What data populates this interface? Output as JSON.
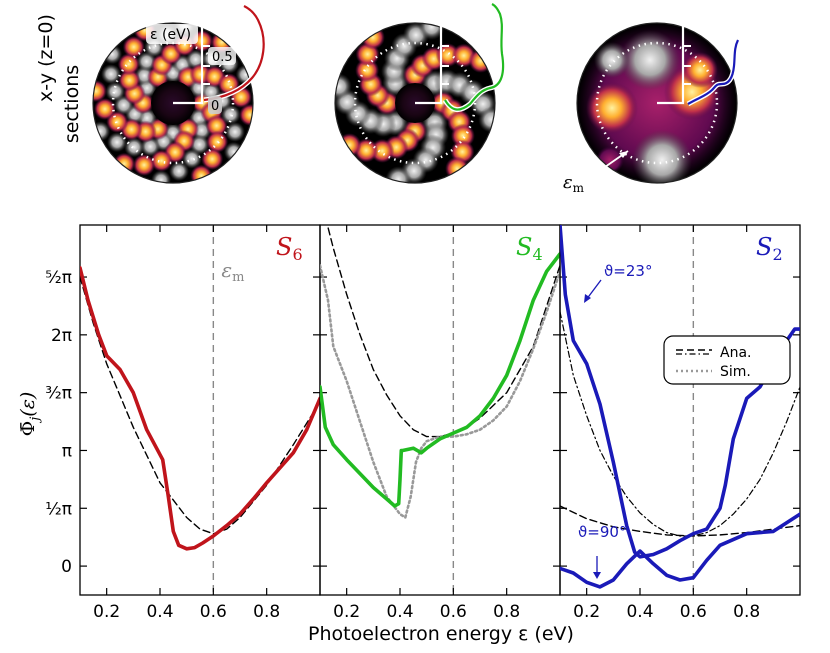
{
  "top_row": {
    "side_label_line1": "x-y (z=0)",
    "side_label_line2": "sections",
    "inset_axis_label": "ε (eV)",
    "inset_tick_labels": [
      "0.5",
      "0"
    ],
    "em_label": "ε",
    "em_sub": "m"
  },
  "chart_data": {
    "type": "line",
    "xlabel": "Photoelectron energy ε (eV)",
    "ylabel": "Φ̄",
    "ylabel_sub": "j",
    "ylabel_arg": "(ε)",
    "xlim": [
      0.1,
      1.0
    ],
    "ylim": [
      -0.25,
      2.95
    ],
    "xticks": [
      0.2,
      0.4,
      0.6,
      0.8
    ],
    "xtick_labels": [
      "0.2",
      "0.4",
      "0.6",
      "0.8"
    ],
    "yticks": [
      0,
      0.5,
      1.0,
      1.5,
      2.0,
      2.5
    ],
    "ytick_labels": [
      "0",
      "½π",
      "π",
      "³⁄₂π",
      "2π",
      "⁵⁄₂π"
    ],
    "y_unit": "π",
    "em_line_x": 0.6,
    "em_label": "ε",
    "em_sub": "m",
    "colors": {
      "S6": "#c0141b",
      "S4": "#22bb22",
      "S2": "#1a1ab8",
      "analytic": "#000000",
      "simulation": "#999999",
      "em_line": "#888888"
    },
    "panels": [
      {
        "label": "S",
        "label_sub": "6",
        "color": "#c0141b",
        "series": [
          {
            "x": [
              0.1,
              0.13,
              0.17,
              0.2,
              0.25,
              0.3,
              0.35,
              0.38,
              0.41,
              0.43,
              0.45,
              0.47,
              0.5,
              0.53,
              0.56,
              0.6,
              0.65,
              0.7,
              0.75,
              0.8,
              0.85,
              0.9,
              0.95,
              1.0
            ],
            "y": [
              2.58,
              2.3,
              2.0,
              1.82,
              1.7,
              1.5,
              1.18,
              1.05,
              0.92,
              0.62,
              0.3,
              0.18,
              0.15,
              0.16,
              0.2,
              0.26,
              0.35,
              0.45,
              0.58,
              0.72,
              0.85,
              0.98,
              1.18,
              1.45
            ]
          },
          {
            "x": [
              0.1,
              0.15,
              0.2,
              0.3,
              0.4,
              0.5,
              0.55,
              0.6,
              0.65,
              0.7,
              0.8,
              0.9,
              1.0
            ],
            "y": [
              2.5,
              2.1,
              1.75,
              1.2,
              0.72,
              0.42,
              0.32,
              0.28,
              0.32,
              0.42,
              0.7,
              1.05,
              1.42
            ]
          }
        ]
      },
      {
        "label": "S",
        "label_sub": "4",
        "color": "#22bb22",
        "series": [
          {
            "x": [
              0.1,
              0.12,
              0.15,
              0.2,
              0.25,
              0.3,
              0.35,
              0.38,
              0.395,
              0.4,
              0.405,
              0.41,
              0.45,
              0.48,
              0.5,
              0.55,
              0.6,
              0.65,
              0.7,
              0.75,
              0.8,
              0.85,
              0.9,
              0.95,
              1.0
            ],
            "y": [
              1.55,
              1.2,
              1.05,
              0.92,
              0.8,
              0.68,
              0.58,
              0.52,
              0.54,
              0.75,
              1.0,
              1.0,
              1.02,
              0.98,
              1.02,
              1.1,
              1.15,
              1.2,
              1.3,
              1.45,
              1.65,
              1.95,
              2.3,
              2.55,
              2.7
            ]
          },
          {
            "x": [
              0.1,
              0.15,
              0.2,
              0.25,
              0.3,
              0.35,
              0.4,
              0.45,
              0.5,
              0.55,
              0.6,
              0.65,
              0.7,
              0.8,
              0.9,
              0.95,
              1.0
            ],
            "y": [
              3.2,
              2.75,
              2.35,
              2.0,
              1.7,
              1.48,
              1.3,
              1.18,
              1.12,
              1.12,
              1.15,
              1.2,
              1.28,
              1.5,
              1.9,
              2.25,
              2.6
            ]
          },
          {
            "x": [
              0.1,
              0.13,
              0.15,
              0.2,
              0.25,
              0.3,
              0.35,
              0.4,
              0.42,
              0.44,
              0.46,
              0.48,
              0.5,
              0.55,
              0.6,
              0.65,
              0.7,
              0.75,
              0.8,
              0.85,
              0.9,
              0.95,
              1.0
            ],
            "y": [
              2.6,
              2.3,
              1.9,
              1.6,
              1.25,
              0.9,
              0.6,
              0.45,
              0.42,
              0.6,
              0.9,
              1.02,
              1.08,
              1.12,
              1.12,
              1.14,
              1.18,
              1.26,
              1.38,
              1.6,
              1.88,
              2.2,
              2.55
            ]
          }
        ]
      },
      {
        "label": "S",
        "label_sub": "2",
        "color": "#1a1ab8",
        "legend": {
          "entries": [
            "Ana.",
            "Sim."
          ]
        },
        "annotations": [
          "ϑ=23°",
          "ϑ=90°"
        ],
        "series": [
          {
            "x": [
              0.1,
              0.12,
              0.15,
              0.2,
              0.25,
              0.3,
              0.35,
              0.38,
              0.4,
              0.45,
              0.5,
              0.55,
              0.6,
              0.65,
              0.7,
              0.72,
              0.75,
              0.8,
              0.85,
              0.9,
              0.95,
              0.98,
              1.0
            ],
            "y": [
              2.95,
              2.35,
              1.95,
              1.75,
              1.4,
              0.9,
              0.35,
              0.12,
              0.08,
              0.1,
              0.15,
              0.22,
              0.28,
              0.32,
              0.5,
              0.7,
              1.1,
              1.45,
              1.55,
              1.75,
              1.95,
              2.05,
              2.05
            ]
          },
          {
            "x": [
              0.1,
              0.15,
              0.2,
              0.25,
              0.3,
              0.35,
              0.4,
              0.45,
              0.5,
              0.55,
              0.6,
              0.65,
              0.7,
              0.8,
              0.9,
              1.0
            ],
            "y": [
              -0.02,
              -0.06,
              -0.14,
              -0.18,
              -0.12,
              0.02,
              0.13,
              0.02,
              -0.08,
              -0.12,
              -0.1,
              0.05,
              0.18,
              0.28,
              0.3,
              0.45
            ]
          },
          {
            "x": [
              0.1,
              0.2,
              0.3,
              0.4,
              0.5,
              0.6,
              0.7,
              0.8,
              0.9,
              1.0
            ],
            "y": [
              0.52,
              0.41,
              0.34,
              0.3,
              0.27,
              0.26,
              0.27,
              0.29,
              0.32,
              0.35
            ]
          },
          {
            "x": [
              0.1,
              0.15,
              0.2,
              0.25,
              0.3,
              0.35,
              0.4,
              0.45,
              0.5,
              0.55,
              0.6,
              0.65,
              0.7,
              0.75,
              0.8,
              0.85,
              0.9,
              0.95,
              1.0
            ],
            "y": [
              2.2,
              1.65,
              1.3,
              1.0,
              0.78,
              0.6,
              0.46,
              0.36,
              0.29,
              0.26,
              0.26,
              0.29,
              0.35,
              0.45,
              0.58,
              0.75,
              0.98,
              1.25,
              1.55
            ]
          }
        ]
      }
    ]
  }
}
